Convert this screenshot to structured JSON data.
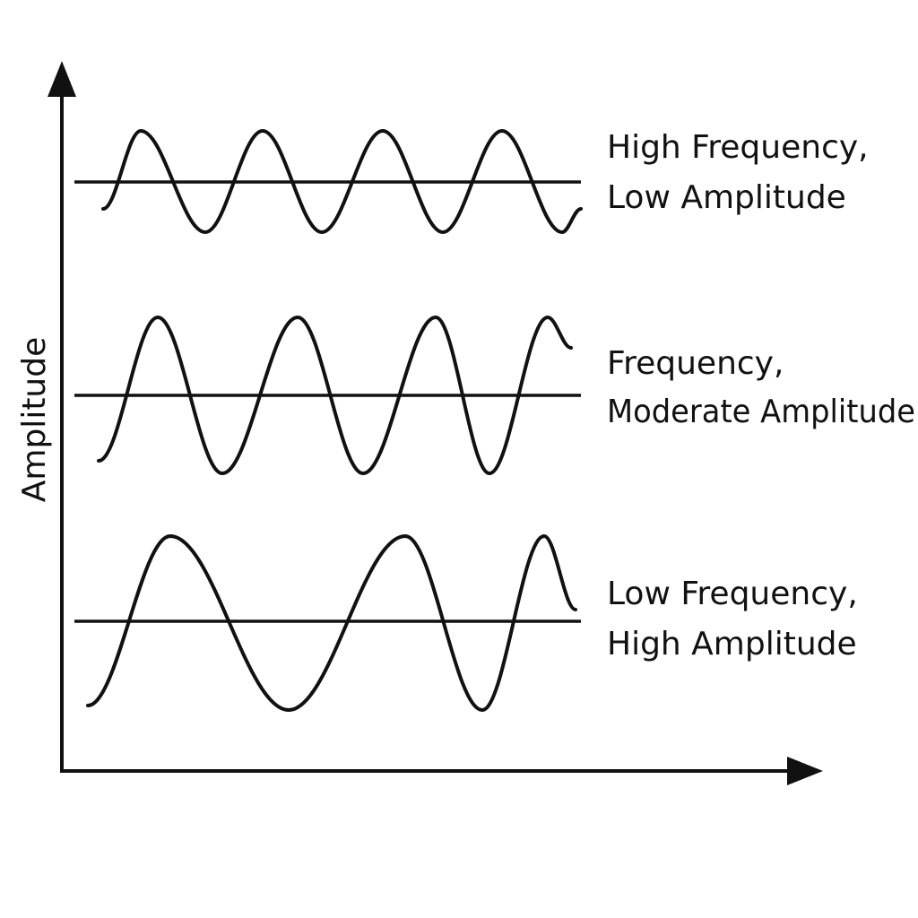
{
  "axes": {
    "y_label": "Amplitude",
    "x_label": ""
  },
  "colors": {
    "ink": "#111111",
    "background": "#ffffff"
  },
  "waves": [
    {
      "id": "high-frequency-low-amplitude",
      "label_line1": "High Frequency,",
      "label_line2": "Low Amplitude",
      "relative_amplitude": "low",
      "relative_frequency": "high",
      "cycles_shown": 4
    },
    {
      "id": "frequency-moderate-amplitude",
      "label_line1": "Frequency,",
      "label_line2": "Moderate Amplitude",
      "relative_amplitude": "moderate",
      "relative_frequency": "moderate",
      "cycles_shown": 3.5
    },
    {
      "id": "low-frequency-high-amplitude",
      "label_line1": "Low Frequency,",
      "label_line2": "High Amplitude",
      "relative_amplitude": "high",
      "relative_frequency": "low",
      "cycles_shown": 2.5
    }
  ]
}
